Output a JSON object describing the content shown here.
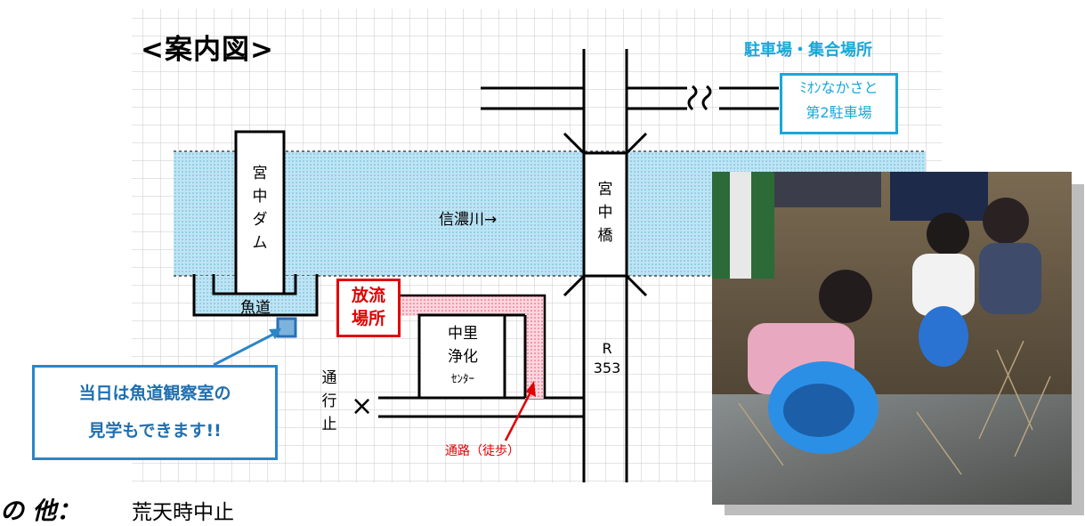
{
  "map": {
    "title": "<案内図>",
    "parking_caption": "駐車場・集合場所",
    "parking_box": [
      "ﾐｵﾝなかさと",
      "第2駐車場"
    ],
    "dam_label": "宮中ダム",
    "river_label": "信濃川→",
    "bridge_label": "宮中橋",
    "fishway_label": "魚道",
    "release_site": [
      "放流",
      "場所"
    ],
    "center_label": [
      "中里",
      "浄化",
      "ｾﾝﾀｰ"
    ],
    "route_label": [
      "R",
      "353"
    ],
    "closed_label": "通行止",
    "closed_mark": "×",
    "walk_path_label": "通路（徒歩）",
    "callout": [
      "当日は魚道観察室の",
      "見学もできます!!"
    ],
    "colors": {
      "river": "#9fd6ec",
      "release_red": "#e00000",
      "callout_blue": "#2a86c8",
      "parking_cyan": "#19a7d9",
      "path_pink": "#f7a8b8"
    }
  },
  "footer": {
    "left_partial": "の 他：",
    "note": "荒天時中止"
  },
  "photo": {
    "icon": "children-releasing-fish-photo"
  }
}
